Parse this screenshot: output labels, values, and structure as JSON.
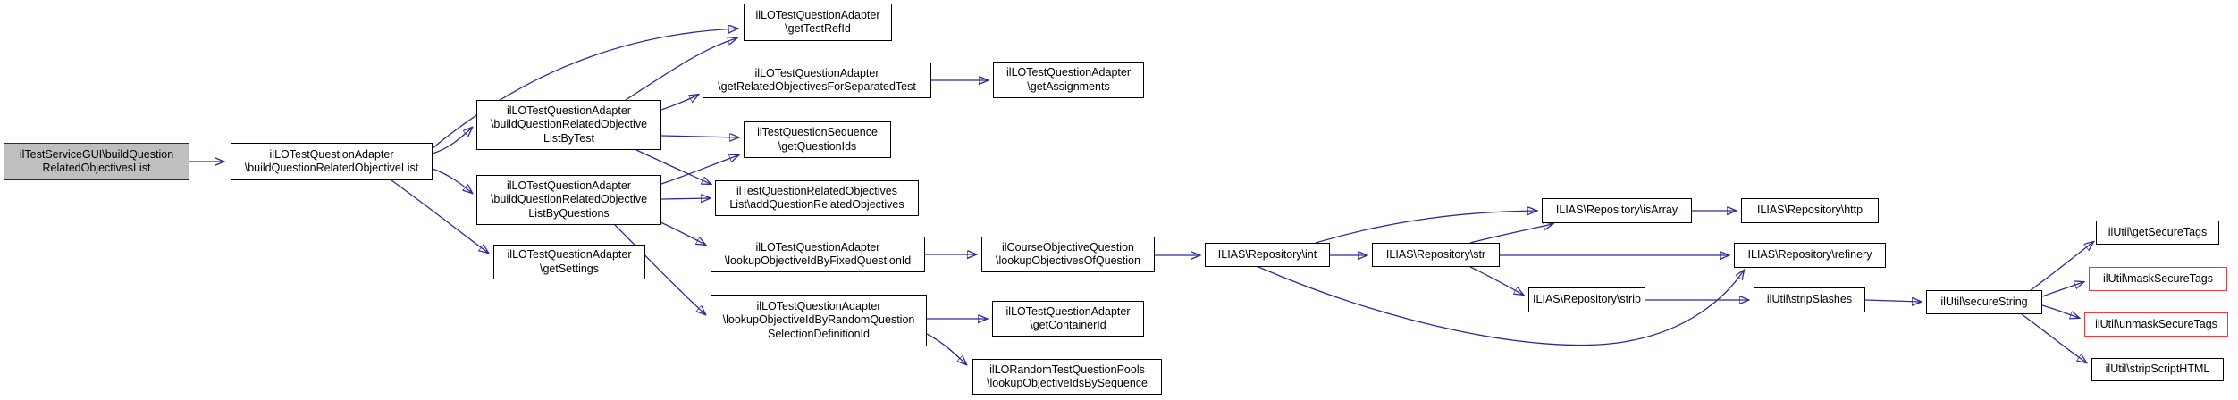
{
  "diagram": {
    "type": "doxygen-call-graph",
    "colors": {
      "edge": "#2a2a9e",
      "node_border": "#000000",
      "node_fill": "#ffffff",
      "root_node_fill": "#bfbfbf",
      "truncated_node_border": "#f03b3b",
      "text": "#000000",
      "background": "#ffffff"
    },
    "nodes": {
      "gui_build": {
        "label": "ilTestServiceGUI\\buildQuestion\nRelatedObjectivesList",
        "kind": "root"
      },
      "adapter_build": {
        "label": "ilLOTestQuestionAdapter\n\\buildQuestionRelatedObjectiveList",
        "kind": "normal"
      },
      "get_test_ref_id": {
        "label": "ilLOTestQuestionAdapter\n\\getTestRefId",
        "kind": "normal"
      },
      "list_by_test": {
        "label": "ilLOTestQuestionAdapter\n\\buildQuestionRelatedObjective\nListByTest",
        "kind": "normal"
      },
      "get_rel_obj_sep": {
        "label": "ilLOTestQuestionAdapter\n\\getRelatedObjectivesForSeparatedTest",
        "kind": "normal"
      },
      "get_assignments": {
        "label": "ilLOTestQuestionAdapter\n\\getAssignments",
        "kind": "normal"
      },
      "get_question_ids": {
        "label": "ilTestQuestionSequence\n\\getQuestionIds",
        "kind": "normal"
      },
      "list_by_questions": {
        "label": "ilLOTestQuestionAdapter\n\\buildQuestionRelatedObjective\nListByQuestions",
        "kind": "normal"
      },
      "add_q_rel_obj": {
        "label": "ilTestQuestionRelatedObjectives\nList\\addQuestionRelatedObjectives",
        "kind": "normal"
      },
      "get_settings": {
        "label": "ilLOTestQuestionAdapter\n\\getSettings",
        "kind": "normal"
      },
      "lookup_fixed": {
        "label": "ilLOTestQuestionAdapter\n\\lookupObjectiveIdByFixedQuestionId",
        "kind": "normal"
      },
      "lookup_obj_of_q": {
        "label": "ilCourseObjectiveQuestion\n\\lookupObjectivesOfQuestion",
        "kind": "normal"
      },
      "lookup_random": {
        "label": "ilLOTestQuestionAdapter\n\\lookupObjectiveIdByRandomQuestion\nSelectionDefinitionId",
        "kind": "normal"
      },
      "get_container_id": {
        "label": "ilLOTestQuestionAdapter\n\\getContainerId",
        "kind": "normal"
      },
      "lookup_seq": {
        "label": "ilLORandomTestQuestionPools\n\\lookupObjectiveIdsBySequence",
        "kind": "normal"
      },
      "repo_int": {
        "label": "ILIAS\\Repository\\int",
        "kind": "normal"
      },
      "repo_str": {
        "label": "ILIAS\\Repository\\str",
        "kind": "normal"
      },
      "repo_is_array": {
        "label": "ILIAS\\Repository\\isArray",
        "kind": "normal"
      },
      "repo_http": {
        "label": "ILIAS\\Repository\\http",
        "kind": "normal"
      },
      "repo_refinery": {
        "label": "ILIAS\\Repository\\refinery",
        "kind": "normal"
      },
      "repo_strip": {
        "label": "ILIAS\\Repository\\strip",
        "kind": "normal"
      },
      "strip_slashes": {
        "label": "ilUtil\\stripSlashes",
        "kind": "normal"
      },
      "secure_string": {
        "label": "ilUtil\\secureString",
        "kind": "normal"
      },
      "get_secure_tags": {
        "label": "ilUtil\\getSecureTags",
        "kind": "normal"
      },
      "mask_secure_tags": {
        "label": "ilUtil\\maskSecureTags",
        "kind": "truncated"
      },
      "unmask_secure_tags": {
        "label": "ilUtil\\unmaskSecureTags",
        "kind": "truncated"
      },
      "strip_script_html": {
        "label": "ilUtil\\stripScriptHTML",
        "kind": "normal"
      }
    },
    "edges": [
      {
        "from": "gui_build",
        "to": "adapter_build"
      },
      {
        "from": "adapter_build",
        "to": "get_test_ref_id"
      },
      {
        "from": "adapter_build",
        "to": "list_by_test"
      },
      {
        "from": "adapter_build",
        "to": "list_by_questions"
      },
      {
        "from": "adapter_build",
        "to": "get_settings"
      },
      {
        "from": "list_by_test",
        "to": "get_test_ref_id"
      },
      {
        "from": "list_by_test",
        "to": "get_rel_obj_sep"
      },
      {
        "from": "list_by_test",
        "to": "get_question_ids"
      },
      {
        "from": "list_by_test",
        "to": "add_q_rel_obj"
      },
      {
        "from": "list_by_questions",
        "to": "get_question_ids"
      },
      {
        "from": "list_by_questions",
        "to": "add_q_rel_obj"
      },
      {
        "from": "list_by_questions",
        "to": "lookup_fixed"
      },
      {
        "from": "list_by_questions",
        "to": "lookup_random"
      },
      {
        "from": "get_rel_obj_sep",
        "to": "get_assignments"
      },
      {
        "from": "lookup_fixed",
        "to": "lookup_obj_of_q"
      },
      {
        "from": "lookup_obj_of_q",
        "to": "repo_int"
      },
      {
        "from": "repo_int",
        "to": "repo_str"
      },
      {
        "from": "repo_int",
        "to": "repo_is_array"
      },
      {
        "from": "repo_int",
        "to": "repo_refinery"
      },
      {
        "from": "repo_str",
        "to": "repo_is_array"
      },
      {
        "from": "repo_str",
        "to": "repo_refinery"
      },
      {
        "from": "repo_str",
        "to": "repo_strip"
      },
      {
        "from": "repo_is_array",
        "to": "repo_http"
      },
      {
        "from": "repo_strip",
        "to": "strip_slashes"
      },
      {
        "from": "strip_slashes",
        "to": "secure_string"
      },
      {
        "from": "secure_string",
        "to": "get_secure_tags"
      },
      {
        "from": "secure_string",
        "to": "mask_secure_tags"
      },
      {
        "from": "secure_string",
        "to": "unmask_secure_tags"
      },
      {
        "from": "secure_string",
        "to": "strip_script_html"
      },
      {
        "from": "lookup_random",
        "to": "get_container_id"
      },
      {
        "from": "lookup_random",
        "to": "lookup_seq"
      }
    ]
  }
}
